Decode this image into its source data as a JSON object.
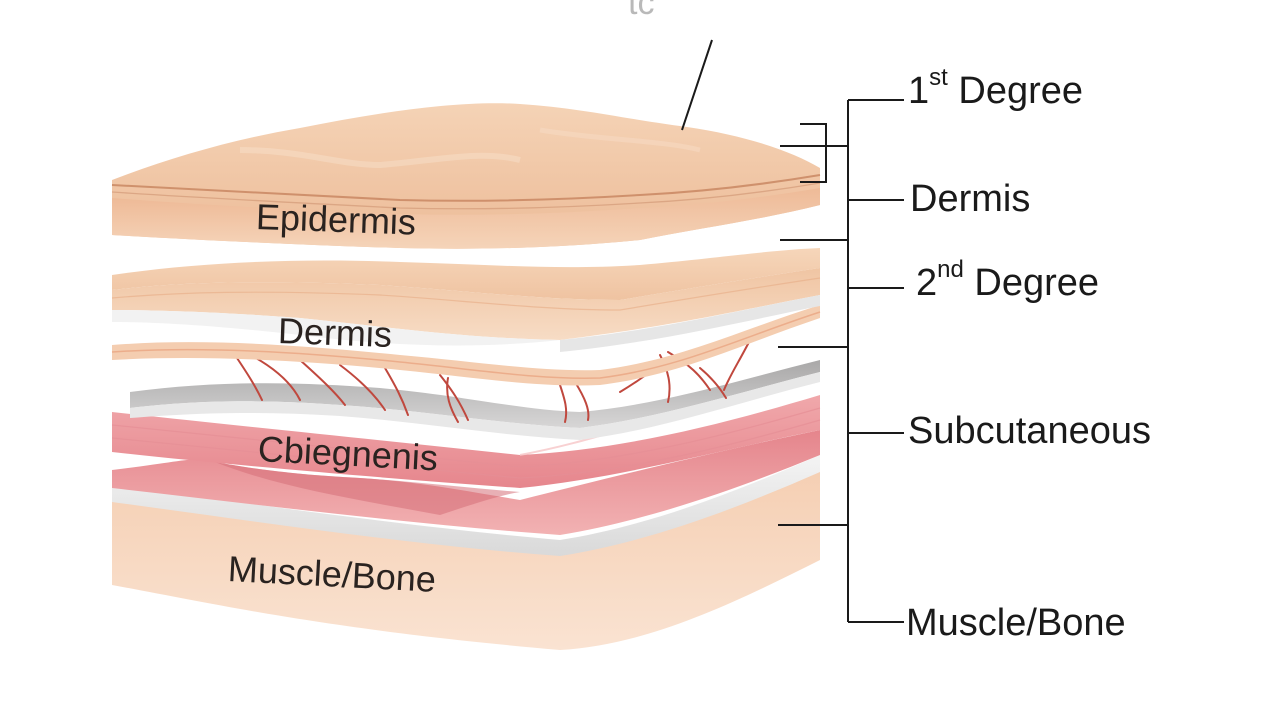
{
  "top_fragment": "tc",
  "layers": {
    "epidermis": "Epidermis",
    "dermis": "Dermis",
    "subcutaneous": "Cbiegnenis",
    "muscle_bone": "Muscle/Bone"
  },
  "callouts": {
    "first_degree": {
      "number": "1",
      "suffix": "st",
      "word": "Degree"
    },
    "dermis": "Dermis",
    "second_degree": {
      "number": "2",
      "suffix": "nd",
      "word": "Degree"
    },
    "subcutaneous": "Subcutaneous",
    "muscle_bone": "Muscle/Bone"
  },
  "colors": {
    "epidermis": "#f1c7a4",
    "dermis": "#f3cfb0",
    "fascia": "#dcdcdc",
    "subcutaneous": "#ec9ea4",
    "muscle": "#f7d6be",
    "vessel": "#c0483e",
    "line": "#1a1a1a"
  }
}
